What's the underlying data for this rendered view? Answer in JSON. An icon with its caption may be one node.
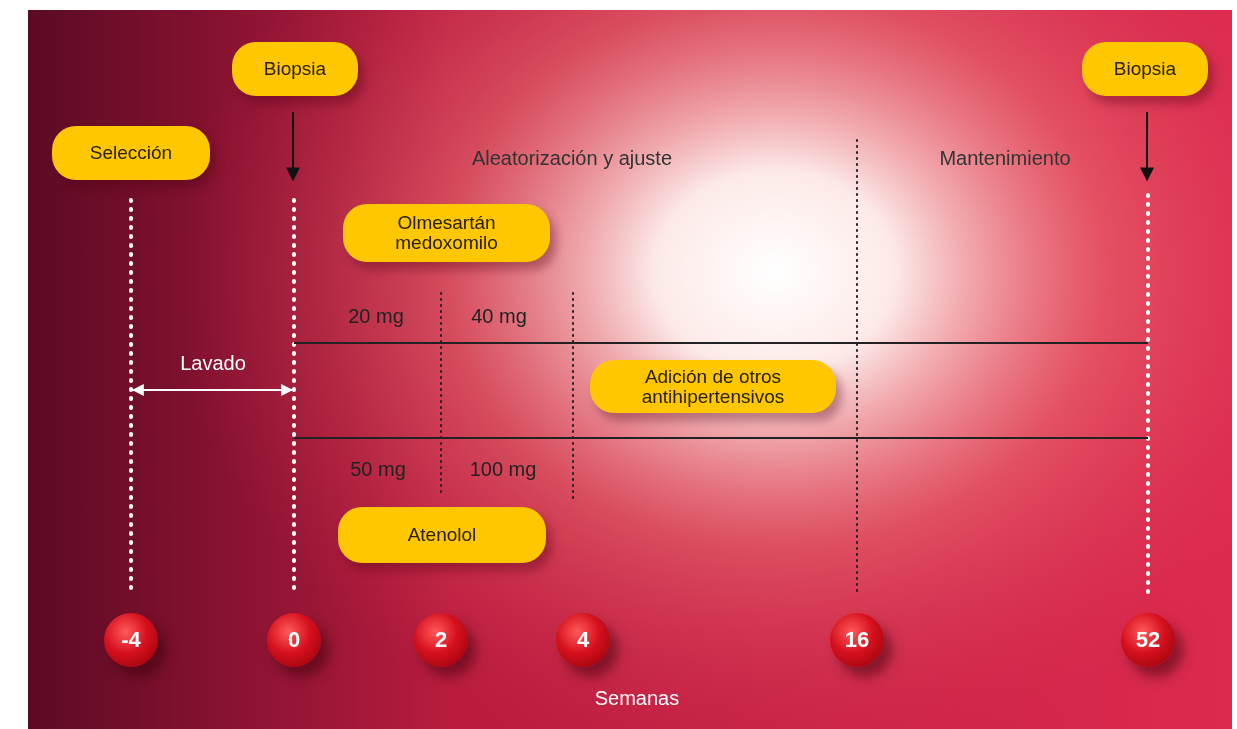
{
  "diagram": {
    "nodes": [
      {
        "text": [
          "Biopsia"
        ]
      },
      {
        "text": [
          "Biopsia"
        ]
      },
      {
        "text": [
          "Selección"
        ]
      },
      {
        "text": [
          "Olmesartán medoxomilo"
        ]
      },
      {
        "text": [
          "Adición de otros antihipertensivos"
        ]
      },
      {
        "text": [
          "Atenolol"
        ]
      },
      {
        "text": [
          "-4"
        ]
      },
      {
        "text": [
          "0"
        ]
      },
      {
        "text": [
          "2"
        ]
      },
      {
        "text": [
          "4"
        ]
      },
      {
        "text": [
          "16"
        ]
      },
      {
        "text": [
          "52"
        ]
      }
    ],
    "edges": [
      {
        "from": 0,
        "to": null,
        "arrow": "to"
      },
      {
        "from": 1,
        "to": null,
        "arrow": "to"
      }
    ],
    "labels": [
      "Aleatorización y ajuste",
      "Mantenimiento",
      "20 mg",
      "40 mg",
      "Lavado",
      "50 mg",
      "100 mg",
      "Semanas"
    ]
  }
}
